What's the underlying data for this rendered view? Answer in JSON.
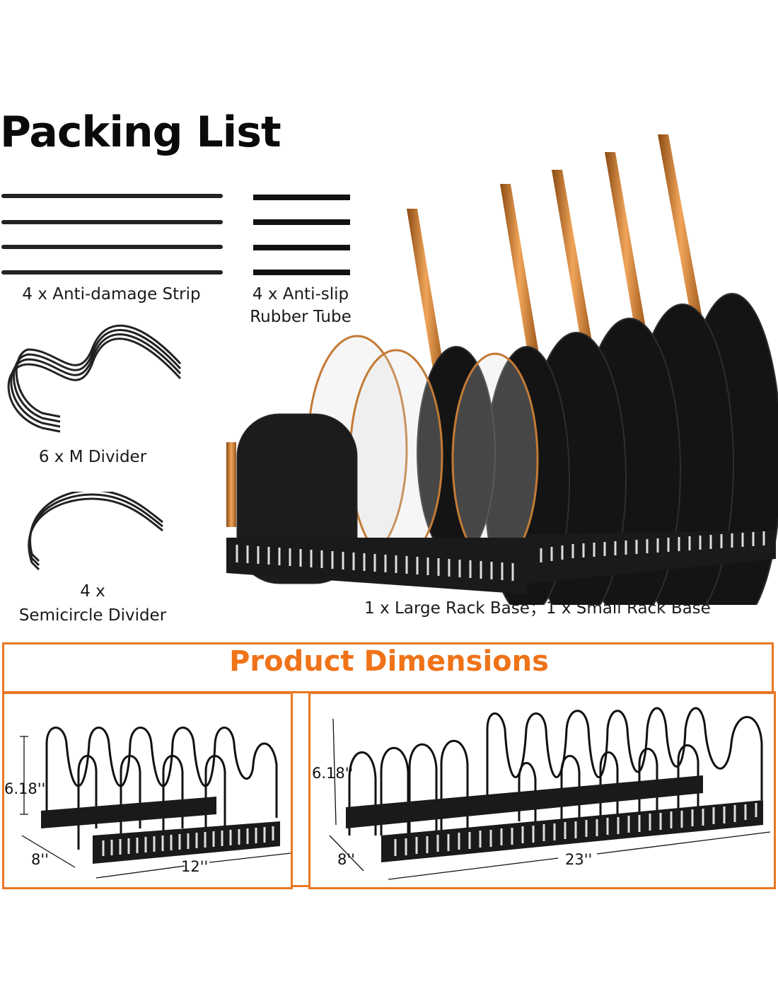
{
  "packing_list": {
    "title": "Packing List",
    "items": [
      {
        "label": "4 x Anti-damage Strip"
      },
      {
        "label_line1": "4 x Anti-slip",
        "label_line2": "Rubber Tube"
      },
      {
        "label": "6 x M Divider"
      },
      {
        "label_line1": "4 x",
        "label_line2": "Semicircle Divider"
      },
      {
        "label": "1 x Large Rack Base；1 x Small Rack Base"
      }
    ]
  },
  "dimensions": {
    "title": "Product Dimensions",
    "small": {
      "height": "6.18''",
      "depth": "8''",
      "width": "12''"
    },
    "large": {
      "height": "6.18''",
      "depth": "8''",
      "width": "23''"
    }
  },
  "colors": {
    "accent": "#ef7318",
    "border": "#e87722",
    "copper": "#c9772c"
  }
}
